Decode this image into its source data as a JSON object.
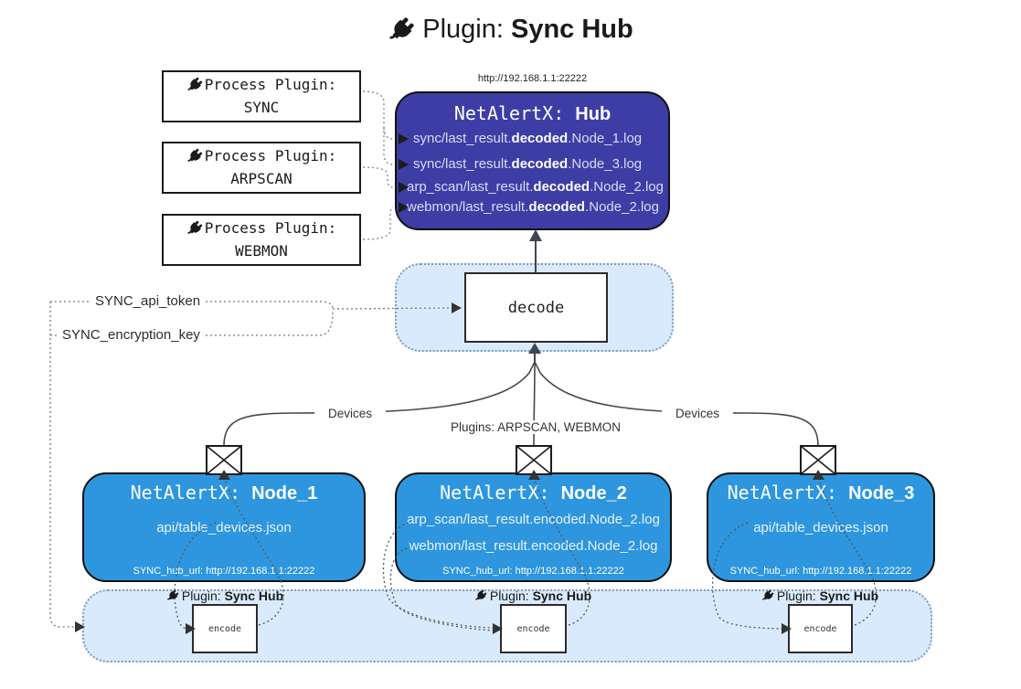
{
  "title": {
    "prefix": "Plugin:",
    "bold": "Sync Hub"
  },
  "process_plugins": [
    {
      "label": "Process Plugin:",
      "name": "SYNC"
    },
    {
      "label": "Process Plugin:",
      "name": "ARPSCAN"
    },
    {
      "label": "Process Plugin:",
      "name": "WEBMON"
    }
  ],
  "hub": {
    "url": "http://192.168.1.1:22222",
    "title_prefix": "NetAlertX: ",
    "title_bold": "Hub",
    "logs": [
      {
        "pre": "sync/last_result.",
        "bold": "decoded",
        "post": ".Node_1.log"
      },
      {
        "pre": "sync/last_result.",
        "bold": "decoded",
        "post": ".Node_3.log"
      },
      {
        "pre": "arp_scan/last_result.",
        "bold": "decoded",
        "post": ".Node_2.log"
      },
      {
        "pre": "webmon/last_result.",
        "bold": "decoded",
        "post": ".Node_2.log"
      }
    ]
  },
  "decode": {
    "label": "decode"
  },
  "config": {
    "api_token": "SYNC_api_token",
    "encryption_key": "SYNC_encryption_key"
  },
  "edges": {
    "devices_left": "Devices",
    "devices_right": "Devices",
    "plugins_mid": "Plugins: ARPSCAN, WEBMON"
  },
  "nodes": [
    {
      "title_prefix": "NetAlertX: ",
      "title_bold": "Node_1",
      "files": [
        "api/table_devices.json"
      ],
      "hub_url": "SYNC_hub_url: http://192.168.1.1:22222"
    },
    {
      "title_prefix": "NetAlertX: ",
      "title_bold": "Node_2",
      "files": [
        "arp_scan/last_result.encoded.Node_2.log",
        "webmon/last_result.encoded.Node_2.log"
      ],
      "hub_url": "SYNC_hub_url: http://192.168.1.1:22222"
    },
    {
      "title_prefix": "NetAlertX: ",
      "title_bold": "Node_3",
      "files": [
        "api/table_devices.json"
      ],
      "hub_url": "SYNC_hub_url: http://192.168.1.1:22222"
    }
  ],
  "encode_sections": [
    {
      "label_prefix": "Plugin:",
      "label_bold": "Sync Hub",
      "box_label": "encode"
    },
    {
      "label_prefix": "Plugin:",
      "label_bold": "Sync Hub",
      "box_label": "encode"
    },
    {
      "label_prefix": "Plugin:",
      "label_bold": "Sync Hub",
      "box_label": "encode"
    }
  ],
  "icons": {
    "plug": "plug-icon",
    "envelope": "envelope-icon"
  },
  "colors": {
    "hub_fill": "#3d3da5",
    "node_fill": "#2d96de",
    "band_fill": "#d9eafc",
    "band_border": "#7e9cbd",
    "arrow_dark": "#404652",
    "connector_gray": "#8a8a8a",
    "text_light": "#dcdcf2",
    "white": "#ffffff"
  }
}
